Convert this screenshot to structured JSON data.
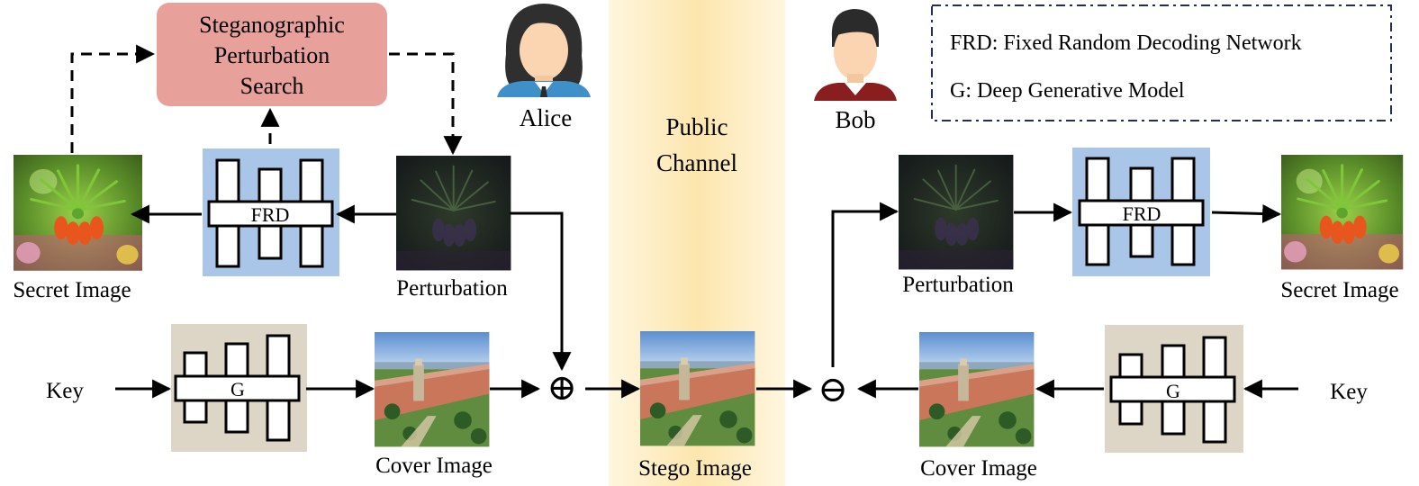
{
  "search_box": {
    "line1": "Steganographic",
    "line2": "Perturbation",
    "line3": "Search"
  },
  "legend": {
    "frd": "FRD: Fixed Random Decoding Network",
    "g": "G: Deep Generative Model"
  },
  "people": {
    "alice": "Alice",
    "bob": "Bob"
  },
  "channel": {
    "line1": "Public",
    "line2": "Channel"
  },
  "networks": {
    "frd": "FRD",
    "g": "G"
  },
  "operators": {
    "add": "⊕",
    "subtract": "⊖"
  },
  "left": {
    "secret_image": "Secret Image",
    "perturbation": "Perturbation",
    "cover_image": "Cover Image",
    "key": "Key"
  },
  "right": {
    "secret_image": "Secret Image",
    "perturbation": "Perturbation",
    "cover_image": "Cover Image",
    "key": "Key"
  },
  "stego_image": "Stego Image",
  "colors": {
    "search_box": "#e8a19a",
    "frd_box": "#a9c6e8",
    "g_box": "#ddd5c5",
    "channel_center": "#fde9b5",
    "channel_edge": "#fef6df"
  }
}
